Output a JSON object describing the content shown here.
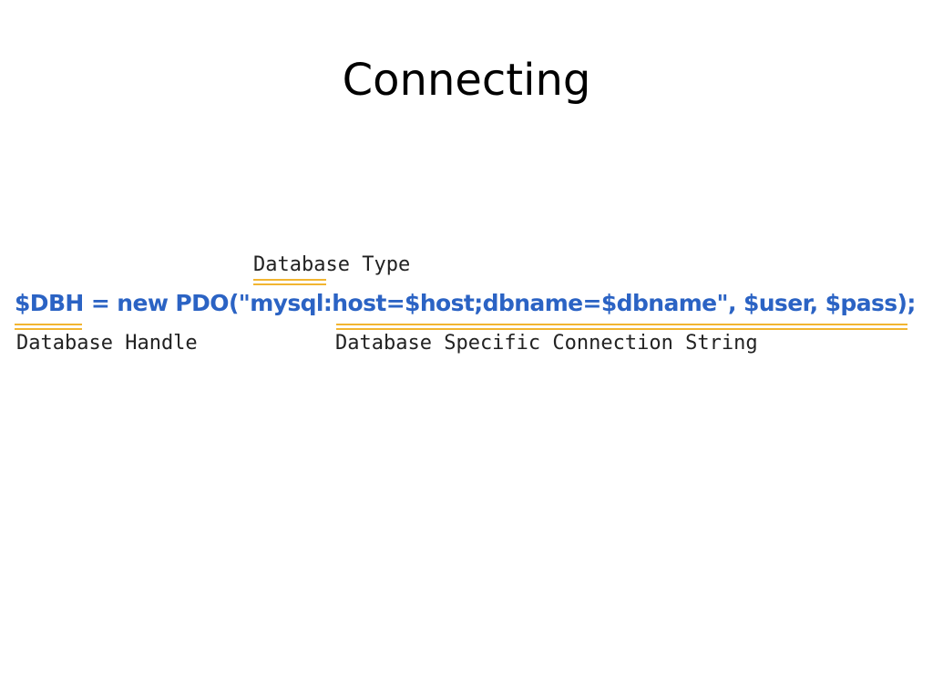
{
  "slide": {
    "title": "Connecting"
  },
  "code_figure": {
    "code": "$DBH = new PDO(\"mysql:host=$host;dbname=$dbname\", $user, $pass);",
    "annotations": {
      "database_type": "Database Type",
      "database_handle": "Database Handle",
      "connection_string": "Database Specific Connection String"
    },
    "colors": {
      "code_text": "#2b63c4",
      "underline": "#f2b531",
      "annotation_text": "#222222"
    }
  }
}
